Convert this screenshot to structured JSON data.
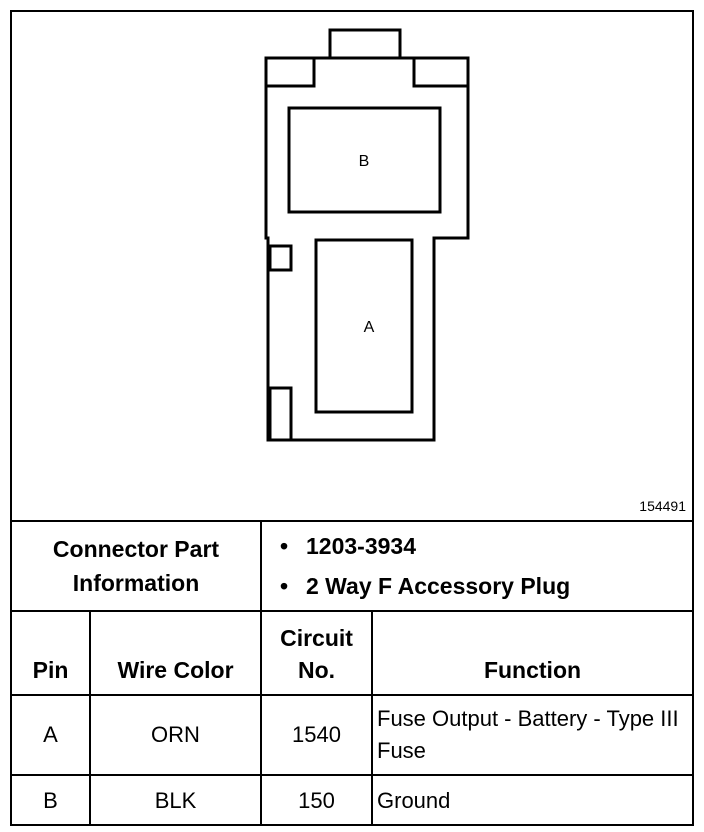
{
  "figure_id": "154491",
  "cavities": [
    "B",
    "A"
  ],
  "connector_info": {
    "label": "Connector Part Information",
    "items": [
      "1203-3934",
      "2 Way F Accessory Plug"
    ]
  },
  "table": {
    "headers": [
      "Pin",
      "Wire Color",
      "Circuit No.",
      "Function"
    ],
    "rows": [
      {
        "pin": "A",
        "color": "ORN",
        "circuit": "1540",
        "function": "Fuse Output - Battery - Type III Fuse"
      },
      {
        "pin": "B",
        "color": "BLK",
        "circuit": "150",
        "function": "Ground"
      }
    ]
  }
}
